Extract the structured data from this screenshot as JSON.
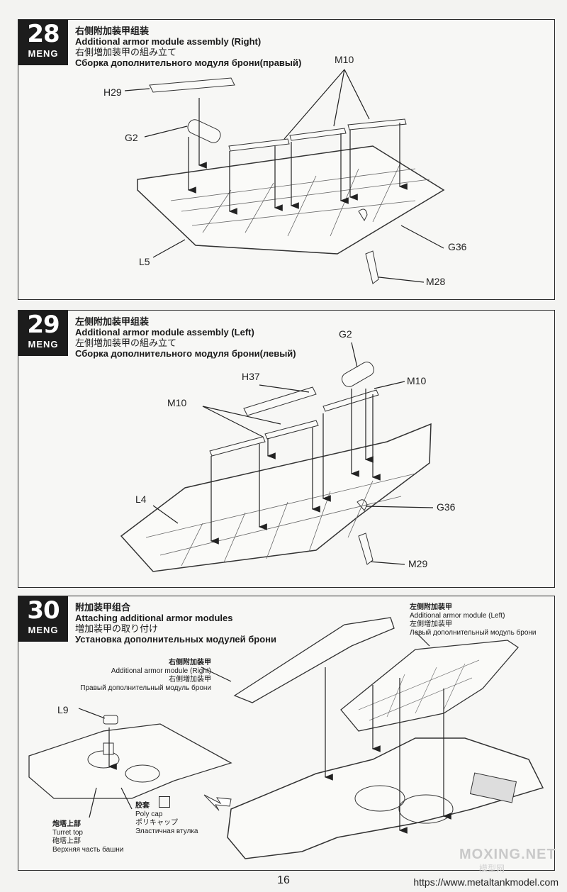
{
  "steps": [
    {
      "number": "28",
      "brand": "MENG",
      "title_cn": "右侧附加装甲组装",
      "title_en": "Additional armor module assembly (Right)",
      "title_jp": "右側増加装甲の組み立て",
      "title_ru": "Сборка дополнительного модуля брони(правый)",
      "parts": {
        "h": "H29",
        "g2": "G2",
        "m10": "M10",
        "l": "L5",
        "g36": "G36",
        "m": "M28"
      }
    },
    {
      "number": "29",
      "brand": "MENG",
      "title_cn": "左侧附加装甲组装",
      "title_en": "Additional armor module assembly (Left)",
      "title_jp": "左側増加装甲の組み立て",
      "title_ru": "Сборка дополнительного модуля брони(левый)",
      "parts": {
        "g2": "G2",
        "h": "H37",
        "m10a": "M10",
        "m10b": "M10",
        "l": "L4",
        "g36": "G36",
        "m": "M29"
      }
    },
    {
      "number": "30",
      "brand": "MENG",
      "title_cn": "附加装甲组合",
      "title_en": "Attaching additional armor modules",
      "title_jp": "増加装甲の取り付け",
      "title_ru": "Установка дополнительных модулей брони",
      "left_module": {
        "cn": "左侧附加装甲",
        "en": "Additional armor module (Left)",
        "jp": "左側増加装甲",
        "ru": "Левый дополнительный модуль брони"
      },
      "right_module": {
        "cn": "右侧附加装甲",
        "en": "Additional armor module (Right)",
        "jp": "右側増加装甲",
        "ru": "Правый дополнительный модуль брони"
      },
      "part_l9": "L9",
      "polycap": {
        "cn": "胶套",
        "en": "Poly cap",
        "jp": "ポリキャップ",
        "ru": "Эластичная втулка"
      },
      "turret_top": {
        "cn": "炮塔上部",
        "en": "Turret top",
        "jp": "砲塔上部",
        "ru": "Верхняя часть башни"
      }
    }
  ],
  "footer": {
    "page_number": "16",
    "url": "https://www.metaltankmodel.com",
    "watermark": "MOXING.NET",
    "watermark_cn": "模型网"
  }
}
